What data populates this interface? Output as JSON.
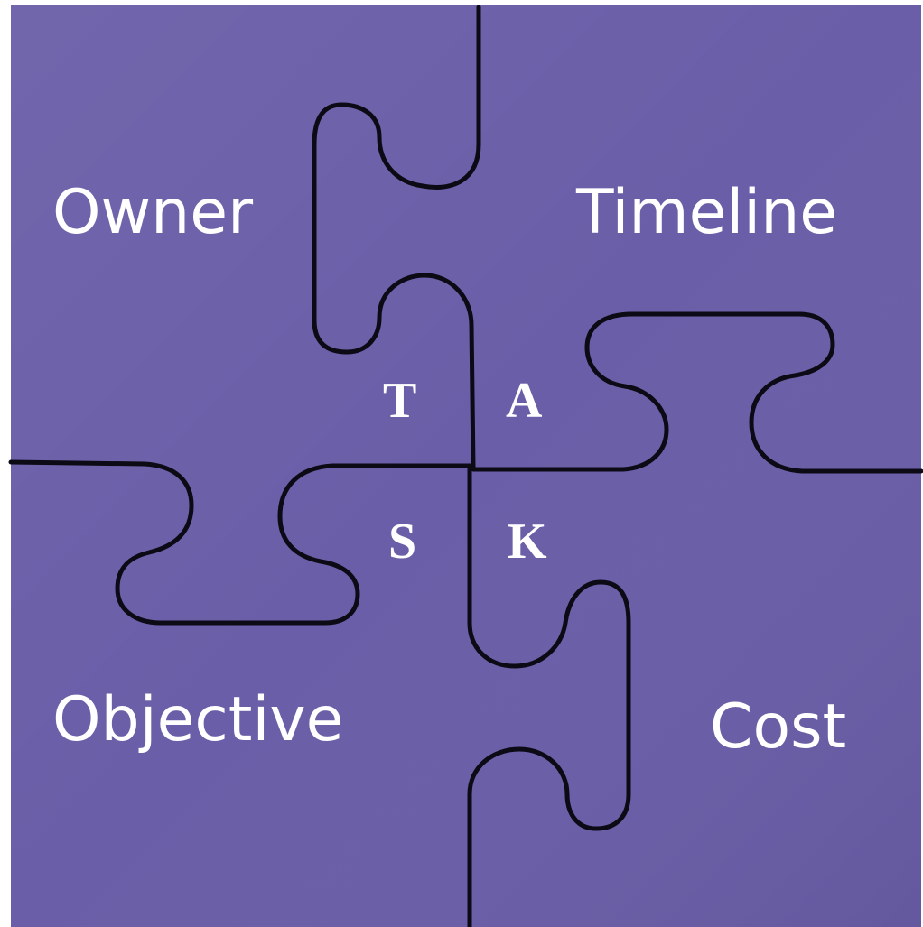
{
  "colors": {
    "piece_fill": "#6a5ea8",
    "seam": "#0c0a14",
    "text": "#ffffff"
  },
  "quadrant_labels": {
    "top_left": "Owner",
    "top_right": "Timeline",
    "bottom_left": "Objective",
    "bottom_right": "Cost"
  },
  "center_letters": {
    "top_left": "T",
    "top_right": "A",
    "bottom_left": "S",
    "bottom_right": "K"
  }
}
